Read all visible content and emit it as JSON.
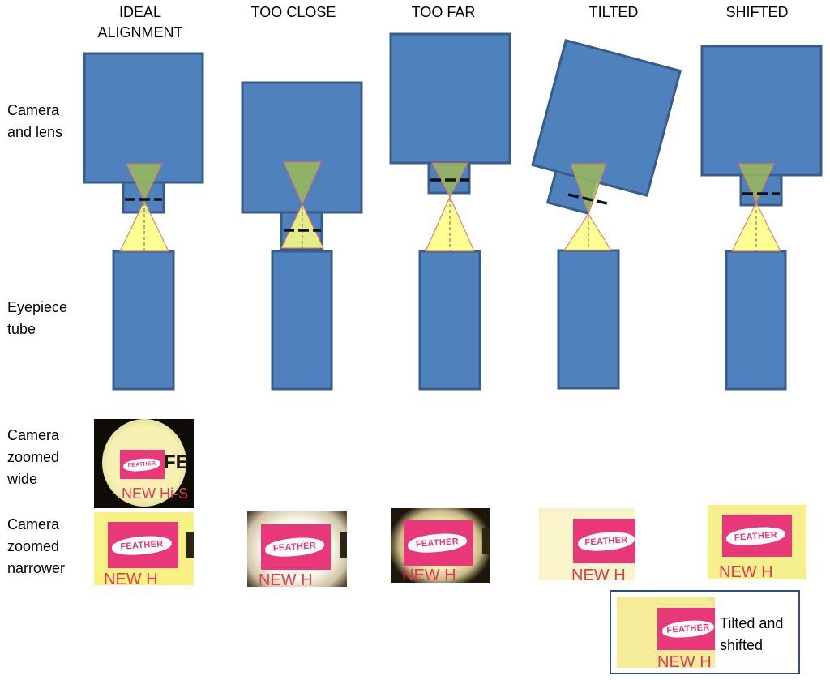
{
  "columns": {
    "ideal_line1": "IDEAL",
    "ideal_line2": "ALIGNMENT",
    "too_close": "TOO CLOSE",
    "too_far": "TOO FAR",
    "tilted": "TILTED",
    "shifted": "SHIFTED"
  },
  "rows": {
    "camera_l1": "Camera",
    "camera_l2": "and lens",
    "eyepiece_l1": "Eyepiece",
    "eyepiece_l2": "tube",
    "wide_l1": "Camera",
    "wide_l2": "zoomed",
    "wide_l3": "wide",
    "narrow_l1": "Camera",
    "narrow_l2": "zoomed",
    "narrow_l3": "narrower"
  },
  "photos": {
    "feather": "FEATHER",
    "wide_text": "NEW Hi-S",
    "wide_big": "FE",
    "narrow_text": "NEW H"
  },
  "callout": {
    "line1": "Tilted and",
    "line2": "shifted"
  },
  "colors": {
    "body_blue": "#4f81bd",
    "cone_yellow": "#ffff7f",
    "cone_green": "#9bbb59",
    "card_pink": "#e8387a"
  }
}
